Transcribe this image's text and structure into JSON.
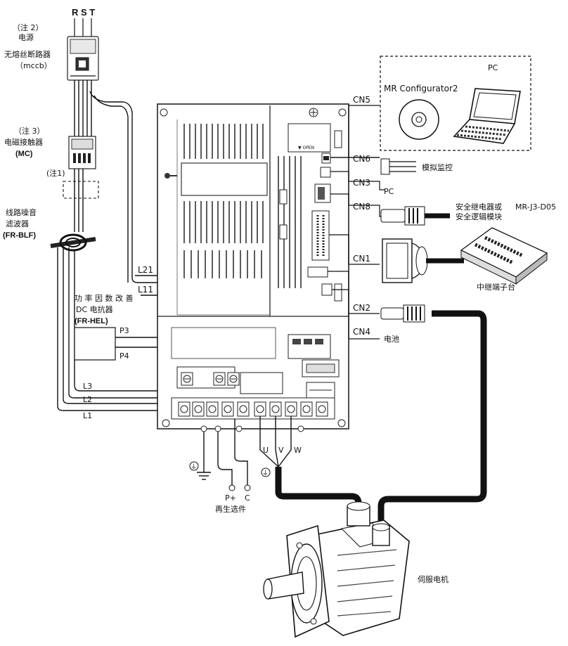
{
  "power": {
    "rst": "R S T",
    "note2": "（注 2）",
    "source": "电源",
    "breaker": "无熔丝断路器",
    "breaker_abbr": "（mccb）"
  },
  "contactor": {
    "note3": "（注 3）",
    "name": "电磁接触器",
    "abbr": "(MC)"
  },
  "note1": "(注1)",
  "noise_filter": {
    "line1": "线路噪音",
    "line2": "滤波器",
    "abbr": "(FR-BLF)"
  },
  "reactor": {
    "line1": "功 率 因 数 改 善",
    "line2": "DC 电抗器",
    "abbr": "(FR-HEL)",
    "p3": "P3",
    "p4": "P4"
  },
  "terminals": {
    "l21": "L21",
    "l11": "L11",
    "l3": "L3",
    "l2": "L2",
    "l1": "L1",
    "u": "U",
    "v": "V",
    "w": "W",
    "p_plus": "P+",
    "c": "C",
    "regen": "再生选件"
  },
  "connectors": {
    "cn5": "CN5",
    "cn6": "CN6",
    "cn3": "CN3",
    "cn8": "CN8",
    "cn1": "CN1",
    "cn2": "CN2",
    "cn4": "CN4"
  },
  "peripherals": {
    "pc_box_label": "PC",
    "software": "MR Configurator2",
    "analog_monitor": "模拟监控",
    "cn3_pc": "PC",
    "safety_line1": "安全继电器或",
    "safety_line2": "安全逻辑模块",
    "safety_model": "MR-J3-D05",
    "relay_terminal": "中继端子台",
    "battery": "电池",
    "servo_motor": "伺服电机"
  }
}
